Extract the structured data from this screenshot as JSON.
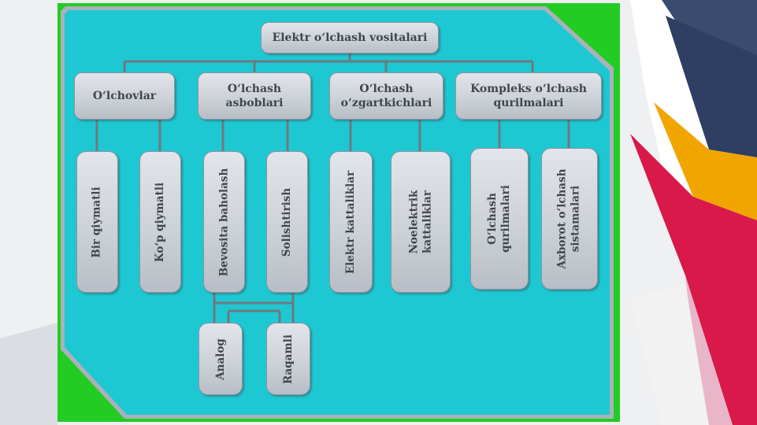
{
  "colors": {
    "panel": "#1ec8d2",
    "panel_border": "#9aa3ad",
    "frame_corner": "#22cc22",
    "node_text": "#40454d"
  },
  "diagram": {
    "root": "Elektr o‘lchash vositalari",
    "categories": [
      {
        "label": "O‘lchovlar"
      },
      {
        "label": "O‘lchash asboblari"
      },
      {
        "label": "O‘lchash o‘zgartkichlari"
      },
      {
        "label": "Kompleks o‘lchash qurilmalari"
      }
    ],
    "leaves": [
      {
        "label": "Bir qiymatli"
      },
      {
        "label": "Ko‘p qiymatli"
      },
      {
        "label": "Bevosita baholash"
      },
      {
        "label": "Solishtirish"
      },
      {
        "label": "Elektr kattaliklar"
      },
      {
        "label": "Noelektrik\nkattaliklar"
      },
      {
        "label": "O‘lchash\nqurilmalari"
      },
      {
        "label": "Axborot o‘lchash\nsistamalari"
      }
    ],
    "subleaves": [
      {
        "label": "Analog"
      },
      {
        "label": "Raqamli"
      }
    ]
  }
}
